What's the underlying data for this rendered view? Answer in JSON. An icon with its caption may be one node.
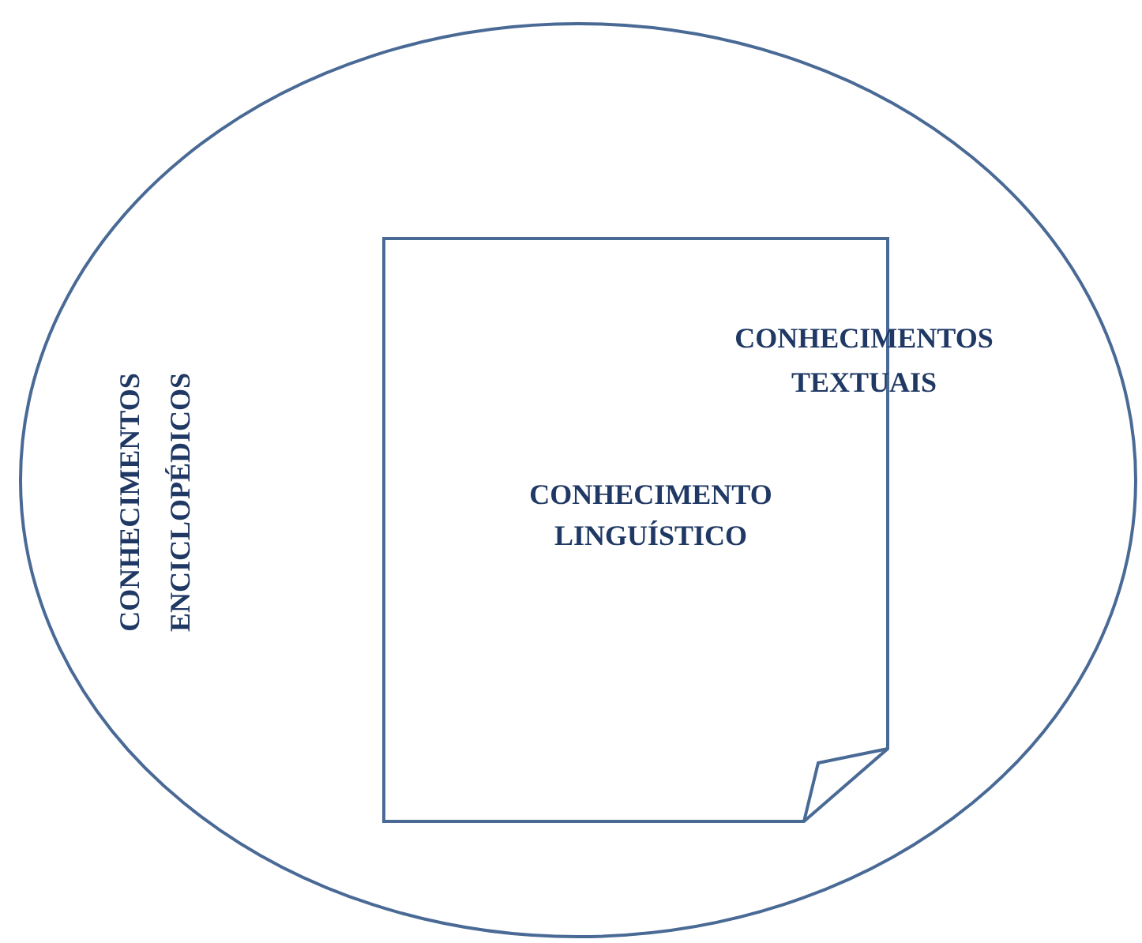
{
  "diagram": {
    "nodes": [
      {
        "text": [
          "CONHECIMENTOS ENCICLOPÉDICOS"
        ]
      },
      {
        "text": [
          "CONHECIMENTO LINGUÍSTICO"
        ],
        "in": 0
      }
    ],
    "labels": [
      "CONHECIMENTOS TEXTUAIS"
    ]
  }
}
